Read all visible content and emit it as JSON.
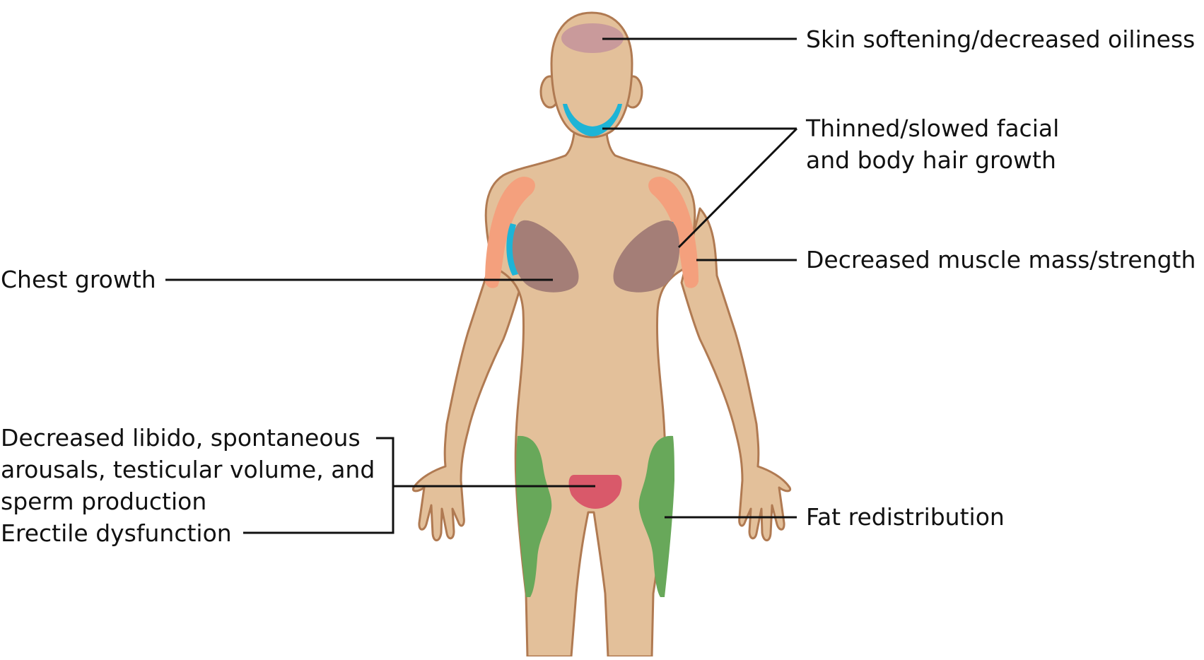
{
  "colors": {
    "skin": "#E3C09A",
    "skin_outline": "#B07A52",
    "forehead": "#C99A9B",
    "hair_zone": "#1EB4D6",
    "muscle_zone": "#F4A07D",
    "chest_zone": "#A47E77",
    "fat_zone": "#68A85A",
    "genital_zone": "#D9596A",
    "leader_line": "#111111"
  },
  "labels": {
    "skin": "Skin softening/decreased oiliness",
    "hair_line1": "Thinned/slowed facial",
    "hair_line2": "and body hair growth",
    "muscle": "Decreased muscle mass/strength",
    "chest": "Chest growth",
    "libido_line1": "Decreased libido, spontaneous",
    "libido_line2": "arousals, testicular volume, and",
    "libido_line3": "sperm production",
    "erectile": "Erectile dysfunction",
    "fat": "Fat redistribution"
  }
}
